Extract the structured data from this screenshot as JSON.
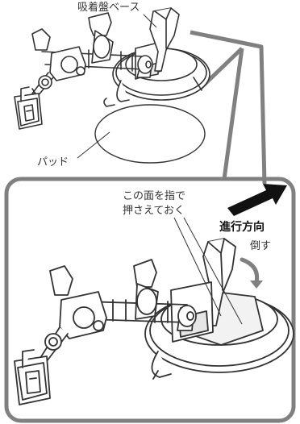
{
  "labels": {
    "suction_base": "吸着盤ベース",
    "pad": "パッド",
    "press_line1": "この面を指で",
    "press_line2": "押さえておく",
    "direction": "進行方向",
    "tilt": "倒す"
  },
  "colors": {
    "line": "#333333",
    "gray_frame": "#808080",
    "arrow": "#111111",
    "fill": "#ffffff",
    "shade": "#e6e6e6"
  }
}
